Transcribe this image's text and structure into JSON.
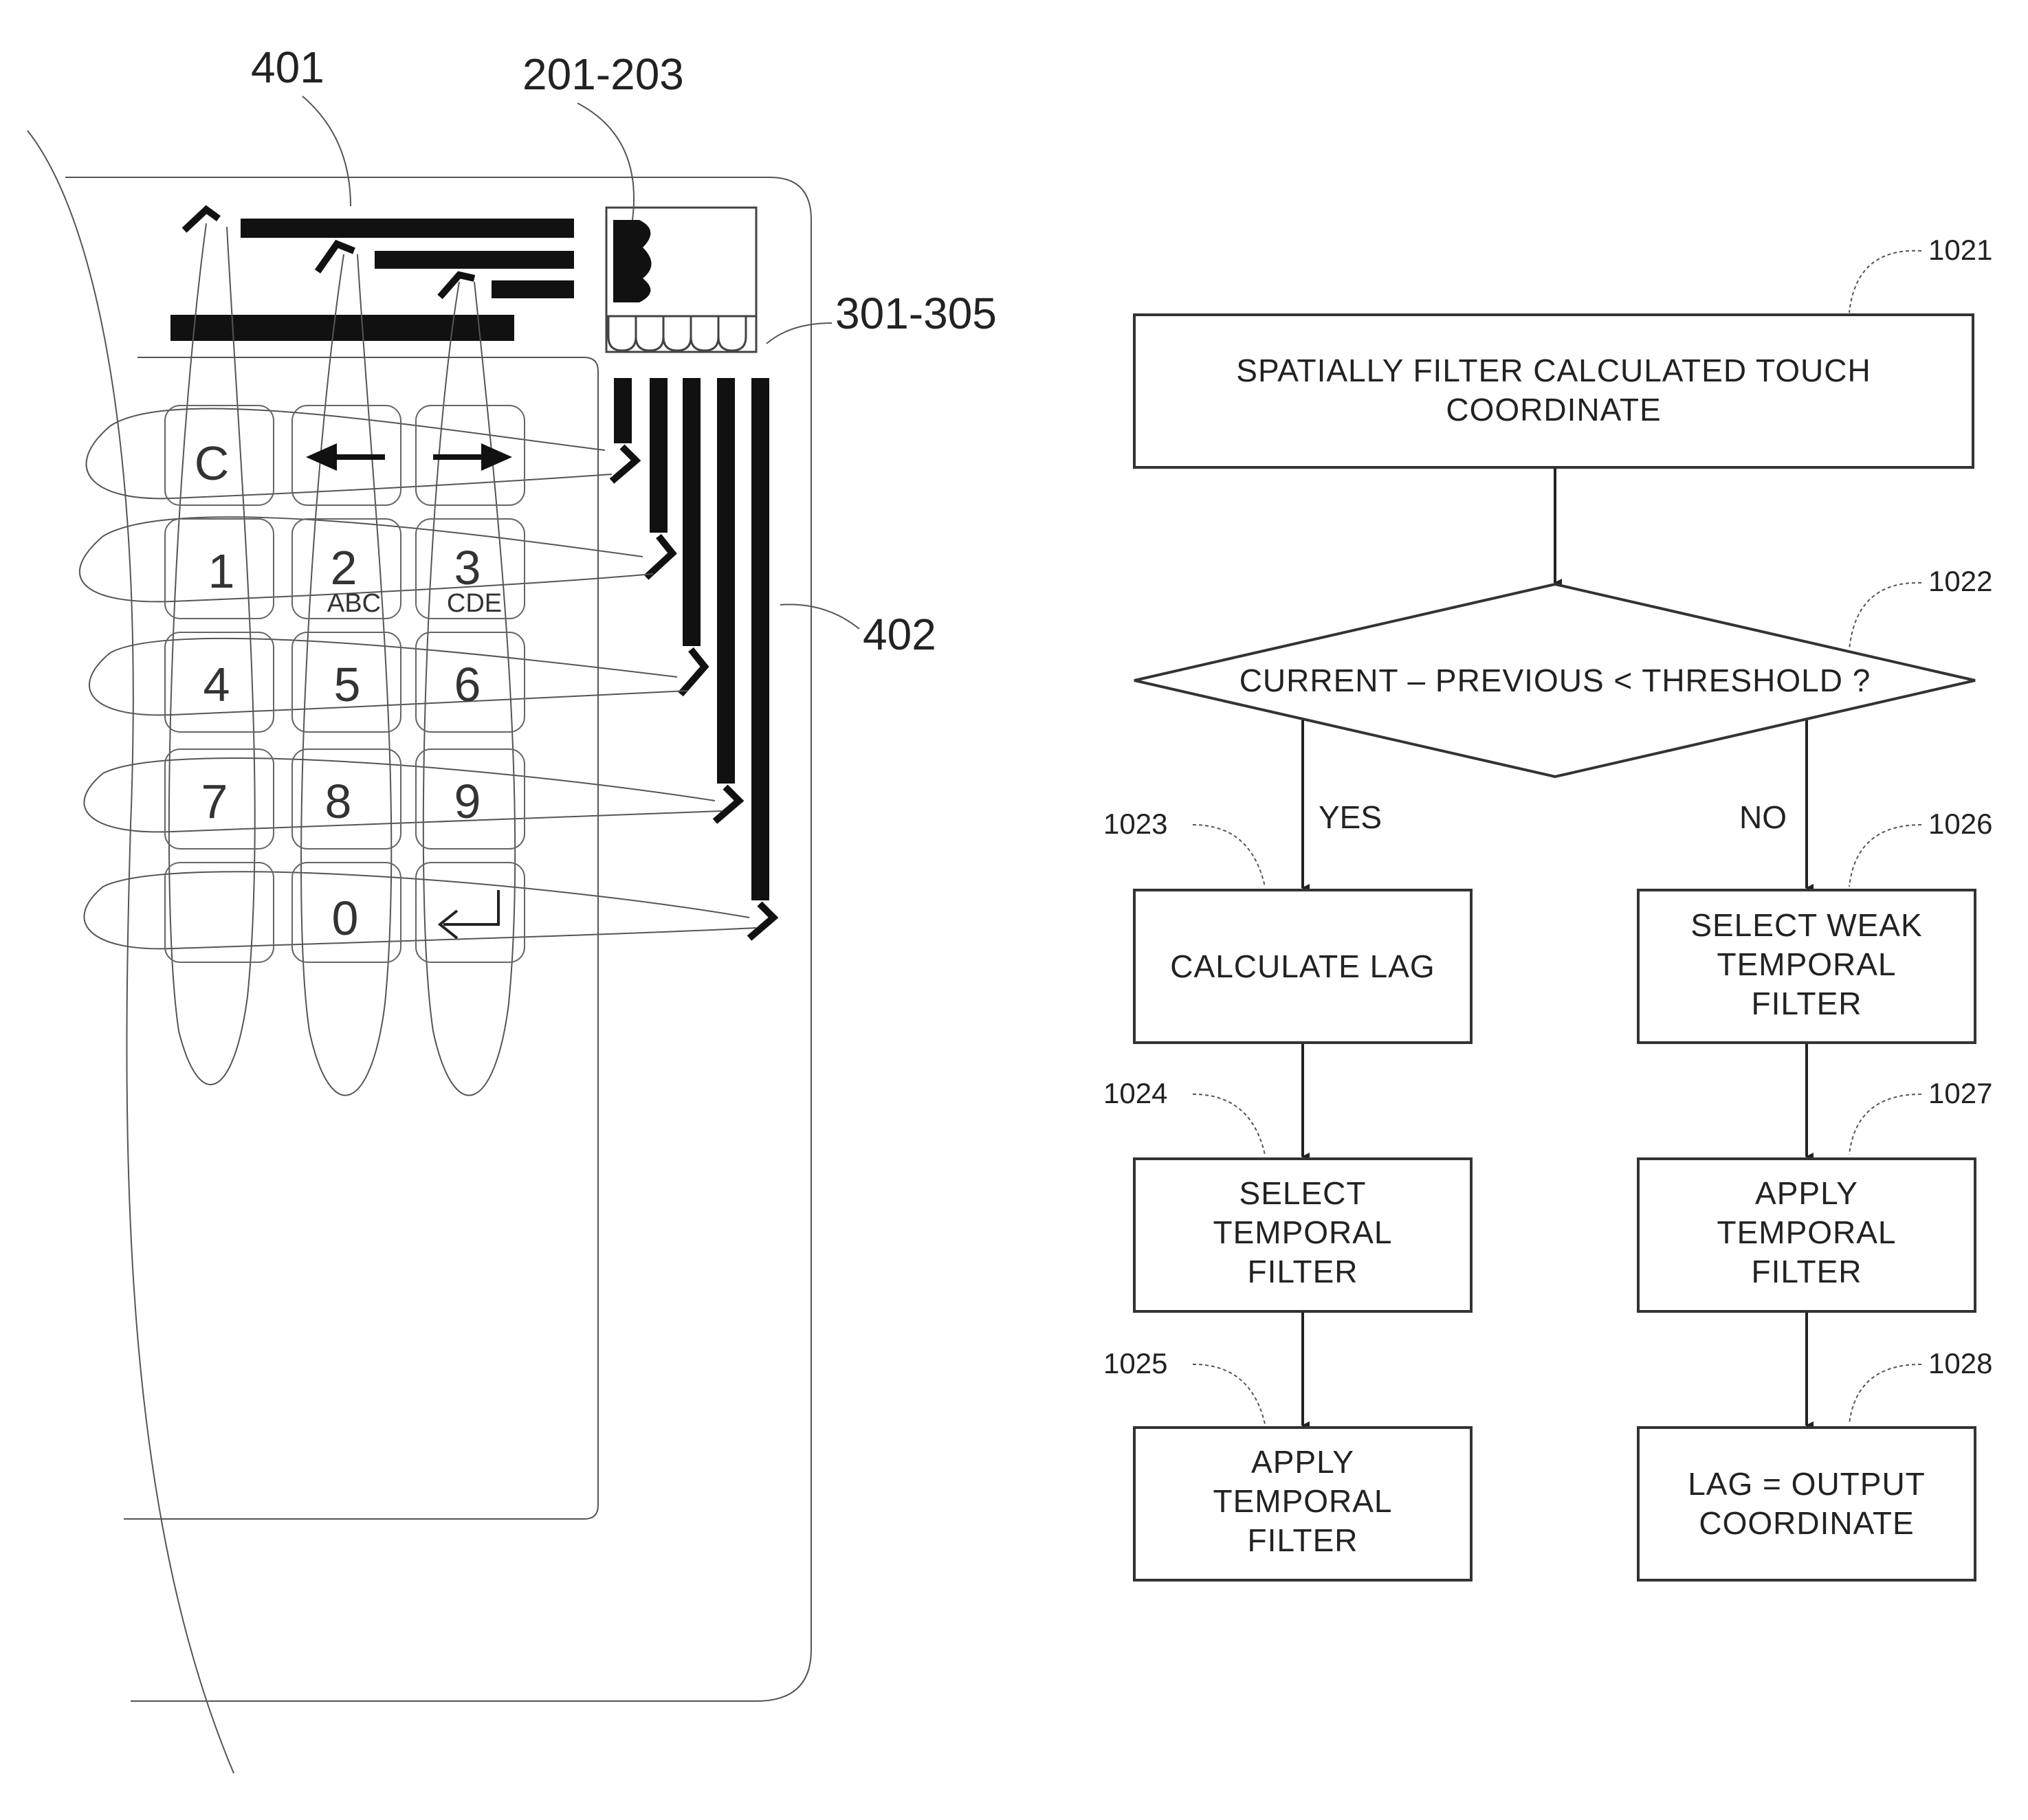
{
  "labels": {
    "ref_401": "401",
    "ref_201_203": "201-203",
    "ref_301_305": "301-305",
    "ref_402": "402"
  },
  "keypad": {
    "keys": [
      "C",
      "left-arrow-icon",
      "right-arrow-icon",
      "1",
      "2",
      "3",
      "4",
      "5",
      "6",
      "7",
      "8",
      "9",
      "",
      "0",
      "enter-arrow-icon"
    ],
    "key_letters": [
      "ABC",
      "CDE"
    ]
  },
  "flowchart": {
    "steps": [
      {
        "ref": "1021",
        "lines": [
          "SPATIALLY FILTER CALCULATED TOUCH",
          "COORDINATE"
        ]
      },
      {
        "ref": "1023",
        "lines": [
          "CALCULATE LAG"
        ]
      },
      {
        "ref": "1024",
        "lines": [
          "SELECT",
          "TEMPORAL",
          "FILTER"
        ]
      },
      {
        "ref": "1025",
        "lines": [
          "APPLY",
          "TEMPORAL",
          "FILTER"
        ]
      },
      {
        "ref": "1026",
        "lines": [
          "SELECT WEAK",
          "TEMPORAL",
          "FILTER"
        ]
      },
      {
        "ref": "1027",
        "lines": [
          "APPLY",
          "TEMPORAL",
          "FILTER"
        ]
      },
      {
        "ref": "1028",
        "lines": [
          "LAG = OUTPUT",
          "COORDINATE"
        ]
      }
    ],
    "decision": {
      "ref": "1022",
      "question": "CURRENT – PREVIOUS < THRESHOLD ?",
      "yes_label": "YES",
      "no_label": "NO"
    }
  }
}
